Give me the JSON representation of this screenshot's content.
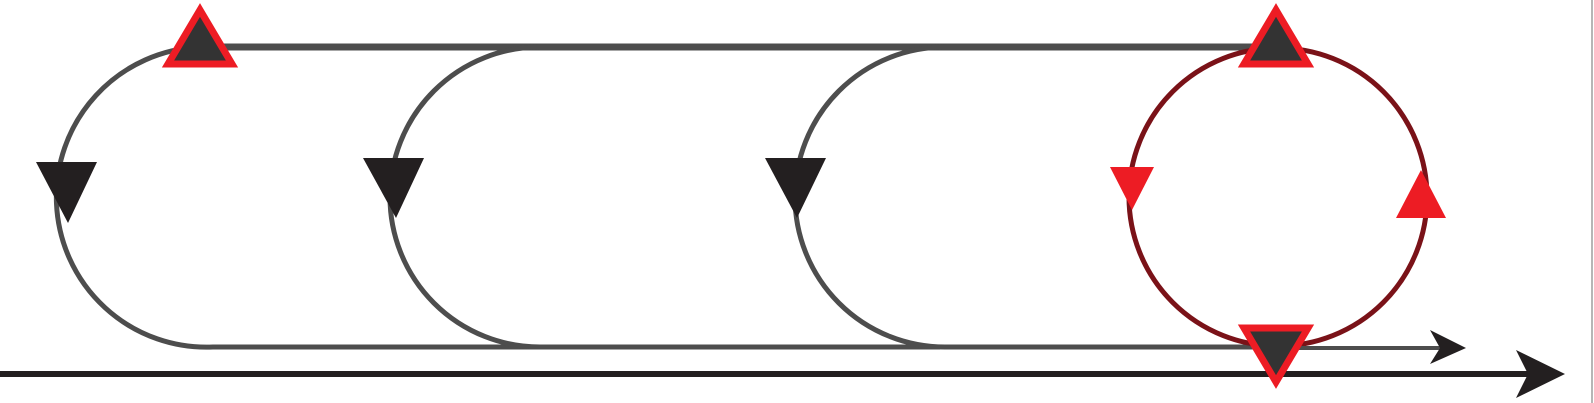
{
  "diagram": {
    "loops": [
      {
        "id": "loop-1",
        "kind": "open-loop",
        "arrow_direction": "down"
      },
      {
        "id": "loop-2",
        "kind": "open-loop",
        "arrow_direction": "down"
      },
      {
        "id": "loop-3",
        "kind": "open-loop",
        "arrow_direction": "down"
      },
      {
        "id": "loop-4",
        "kind": "closed-circle",
        "left_arrow_direction": "down",
        "right_arrow_direction": "up"
      }
    ],
    "markers": [
      {
        "id": "marker-top-left",
        "shape": "triangle-up"
      },
      {
        "id": "marker-top-right",
        "shape": "triangle-up"
      },
      {
        "id": "marker-bottom-right",
        "shape": "triangle-down"
      }
    ],
    "axis": {
      "arrow_direction": "right"
    },
    "colors": {
      "background": "#ffffff",
      "gray_path": "#4d4d4d",
      "dark_red_path": "#7a1218",
      "black": "#231f20",
      "red_accent": "#ed1c24",
      "marker_fill": "#333333",
      "border": "#9e9e9e"
    }
  }
}
